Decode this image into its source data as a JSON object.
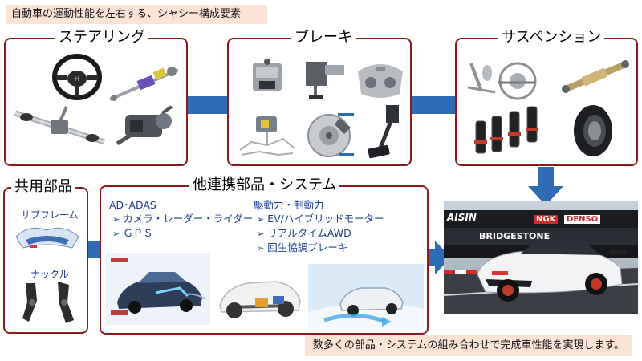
{
  "header_text": "自動車の運動性能を左右する、シャシー構成要素",
  "footer_text": "数多くの部品・システムの組み合わせで完成車性能を実現します。",
  "boxes": {
    "steering": {
      "title": "ステアリング"
    },
    "brake": {
      "title": "ブレーキ"
    },
    "suspension": {
      "title": "サスペンション"
    },
    "common": {
      "title": "共用部品",
      "subframe_label": "サブフレーム",
      "knuckle_label": "ナックル"
    },
    "system": {
      "title": "他連携部品・システム",
      "adas": {
        "head": "AD･ADAS",
        "items": [
          "カメラ・レーダー・ライダー",
          "ＧＰＳ"
        ]
      },
      "drive": {
        "head": "駆動力・制動力",
        "items": [
          "EV/ハイブリッドモーター",
          "リアルタイムAWD",
          "回生協調ブレーキ"
        ]
      }
    }
  },
  "car_photo": {
    "banners": [
      "AISIN",
      "NGK",
      "DENSO",
      "BRIDGESTONE"
    ]
  },
  "colors": {
    "box_border": "#8b1a1a",
    "connector": "#2e6bb3",
    "banner_bg": "#fbe3d6",
    "list_text": "#1f3b93"
  }
}
